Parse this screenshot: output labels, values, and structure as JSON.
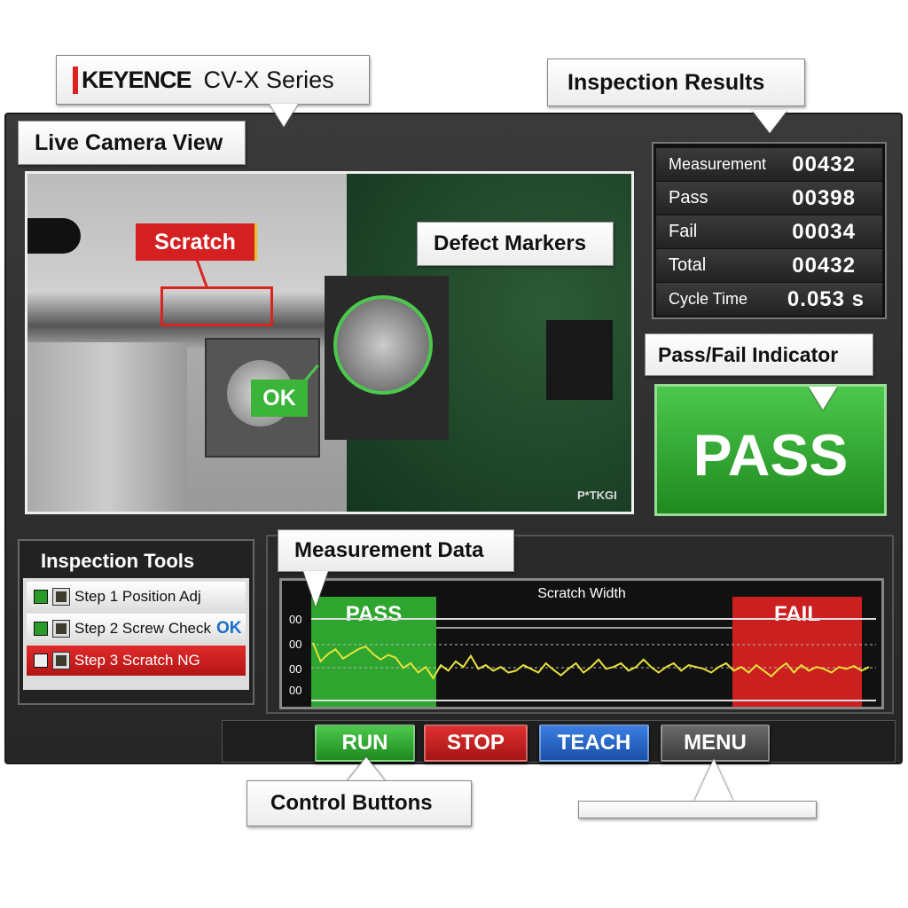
{
  "header": {
    "brand": "KEYENCE",
    "product": "CV-X Series"
  },
  "callouts": {
    "live_camera": "Live Camera View",
    "inspection_results": "Inspection Results",
    "defect_markers": "Defect Markers",
    "pass_fail": "Pass/Fail Indicator",
    "measurement_data": "Measurement Data",
    "control_buttons": "Control Buttons",
    "blank": ""
  },
  "camera": {
    "scratch_label": "Scratch",
    "ok_label": "OK",
    "board_marking": "P*TKGI"
  },
  "results": [
    {
      "label": "Measurement",
      "value": "00432"
    },
    {
      "label": "Pass",
      "value": "00398"
    },
    {
      "label": "Fail",
      "value": "00034"
    },
    {
      "label": "Total",
      "value": "00432"
    },
    {
      "label": "Cycle Time",
      "value": "0.053 s"
    }
  ],
  "indicator": {
    "text": "PASS"
  },
  "tools": {
    "title": "Inspection Tools",
    "steps": [
      {
        "label": "Step 1 Position Adj",
        "status": ""
      },
      {
        "label": "Step 2 Screw Check",
        "status": "OK"
      },
      {
        "label": "Step 3 Scratch NG",
        "status": ""
      }
    ]
  },
  "chart_data": {
    "type": "line",
    "title": "Scratch Width",
    "pass_zone_label": "PASS",
    "fail_zone_label": "FAIL",
    "yticks": [
      "00",
      "00",
      "00",
      "00"
    ],
    "values": [
      0.62,
      0.42,
      0.5,
      0.55,
      0.45,
      0.5,
      0.55,
      0.58,
      0.5,
      0.44,
      0.49,
      0.46,
      0.35,
      0.4,
      0.3,
      0.36,
      0.24,
      0.38,
      0.32,
      0.42,
      0.36,
      0.48,
      0.34,
      0.38,
      0.32,
      0.36,
      0.3,
      0.32,
      0.38,
      0.34,
      0.3,
      0.4,
      0.33,
      0.27,
      0.34,
      0.4,
      0.3,
      0.36,
      0.44,
      0.34,
      0.36,
      0.4,
      0.32,
      0.36,
      0.44,
      0.36,
      0.3,
      0.36,
      0.4,
      0.32,
      0.38,
      0.36,
      0.34,
      0.3,
      0.36,
      0.4,
      0.32,
      0.36,
      0.3,
      0.38,
      0.32,
      0.26,
      0.34,
      0.4,
      0.3,
      0.38,
      0.32,
      0.36,
      0.34,
      0.3,
      0.36,
      0.34,
      0.37,
      0.32,
      0.36
    ]
  },
  "buttons": {
    "run": "RUN",
    "stop": "STOP",
    "teach": "TEACH",
    "menu": "MENU"
  },
  "colors": {
    "pass": "#2ea52e",
    "fail": "#cc1f1f",
    "teach": "#1f5fc8",
    "menu": "#555555",
    "line": "#e8e23a"
  }
}
